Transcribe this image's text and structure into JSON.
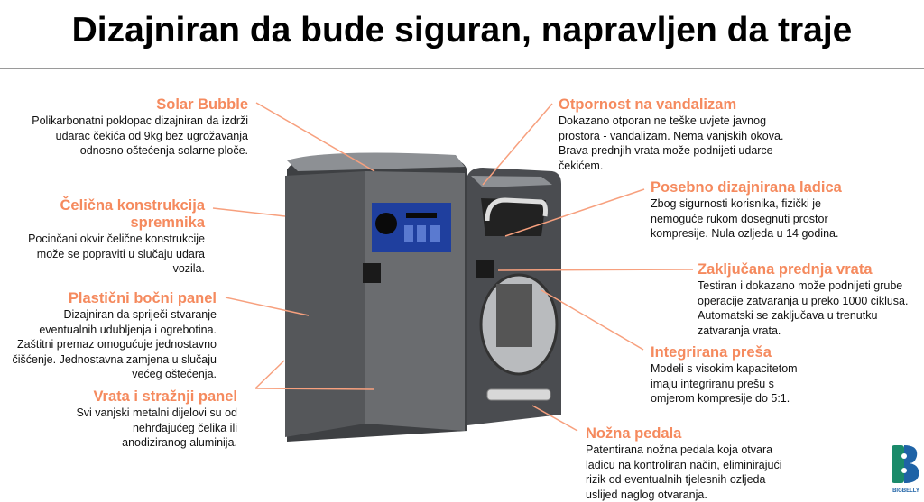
{
  "title": "Dizajniran da bude siguran, napravljen da traje",
  "left": [
    {
      "heading": "Solar Bubble",
      "body": "Polikarbonatni poklopac dizajniran da izdrži udarac čekića od 9kg bez ugrožavanja odnosno oštećenja solarne ploče."
    },
    {
      "heading": "Čelična konstrukcija spremnika",
      "body": "Pocinčani okvir čelične konstrukcije može se popraviti u slučaju udara vozila."
    },
    {
      "heading": "Plastični bočni panel",
      "body": "Dizajniran da spriječi stvaranje eventualnih udubljenja i ogrebotina. Zaštitni premaz omogućuje jednostavno čišćenje. Jednostavna zamjena u slučaju većeg oštećenja."
    },
    {
      "heading": "Vrata i stražnji panel",
      "body": "Svi vanjski metalni dijelovi su od nehrđajućeg čelika ili anodiziranog aluminija."
    }
  ],
  "right": [
    {
      "heading": "Otpornost na vandalizam",
      "body": "Dokazano otporan ne teške uvjete javnog prostora - vandalizam. Nema vanjskih okova. Brava prednjih vrata može podnijeti udarce čekićem."
    },
    {
      "heading": "Posebno dizajnirana ladica",
      "body": "Zbog sigurnosti korisnika, fizički je nemoguće rukom dosegnuti prostor kompresije. Nula ozljeda u 14 godina."
    },
    {
      "heading": "Zaključana prednja vrata",
      "body": "Testiran i dokazano može podnijeti grube operacije zatvaranja u preko 1000 ciklusa. Automatski se zaključava u trenutku zatvaranja vrata."
    },
    {
      "heading": "Integrirana preša",
      "body": "Modeli s visokim kapacitetom imaju integriranu prešu s omjerom kompresije do 5:1."
    },
    {
      "heading": "Nožna pedala",
      "body": "Patentirana nožna pedala koja otvara ladicu na kontroliran način, eliminirajući rizik od eventualnih tjelesnih ozljeda uslijed naglog otvaranja."
    }
  ],
  "logo_text": "BIGBELLY",
  "colors": {
    "accent": "#f58a5e",
    "bin": "#5b5d60",
    "blue": "#1f3f9e"
  }
}
